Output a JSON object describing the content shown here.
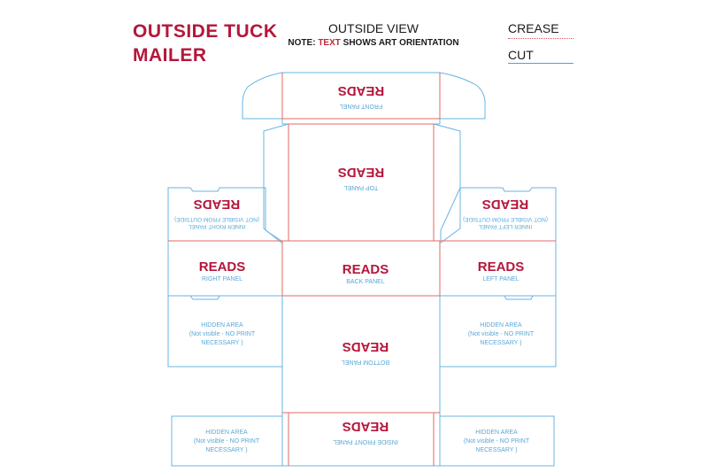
{
  "header": {
    "title_line1": "OUTSIDE TUCK",
    "title_line2": "MAILER",
    "view_title": "OUTSIDE VIEW",
    "note_prefix": "NOTE: ",
    "note_highlight": "TEXT",
    "note_suffix": " SHOWS ART ORIENTATION"
  },
  "legend": {
    "crease_label": "CREASE",
    "cut_label": "CUT",
    "crease_color": "#e0505a",
    "cut_color": "#4aa6d8"
  },
  "panels": {
    "front": {
      "reads": "READS",
      "label": "FRONT PANEL"
    },
    "top": {
      "reads": "READS",
      "label": "TOP PANEL"
    },
    "inner_right": {
      "reads": "READS",
      "label1": "INNER RIGHT PANEL",
      "label2": "(NOT VISIBLE FROM OUTSIDE)"
    },
    "inner_left": {
      "reads": "READS",
      "label1": "INNER LEFT PANEL",
      "label2": "(NOT VISIBLE FROM OUTSIDE)"
    },
    "right": {
      "reads": "READS",
      "label": "RIGHT PANEL"
    },
    "back": {
      "reads": "READS",
      "label": "BACK PANEL"
    },
    "left": {
      "reads": "READS",
      "label": "LEFT PANEL"
    },
    "bottom": {
      "reads": "READS",
      "label": "BOTTOM PANEL"
    },
    "inside_front": {
      "reads": "READS",
      "label": "INSIDE FRONT PANEL"
    }
  },
  "hidden_area": {
    "line1": "HIDDEN AREA",
    "line2": "(Not visible - NO PRINT",
    "line3": "NECESSARY )"
  },
  "colors": {
    "accent": "#b5163b",
    "cut": "#6ab4e2",
    "crease": "#e06a66",
    "label": "#5aa7d6"
  }
}
